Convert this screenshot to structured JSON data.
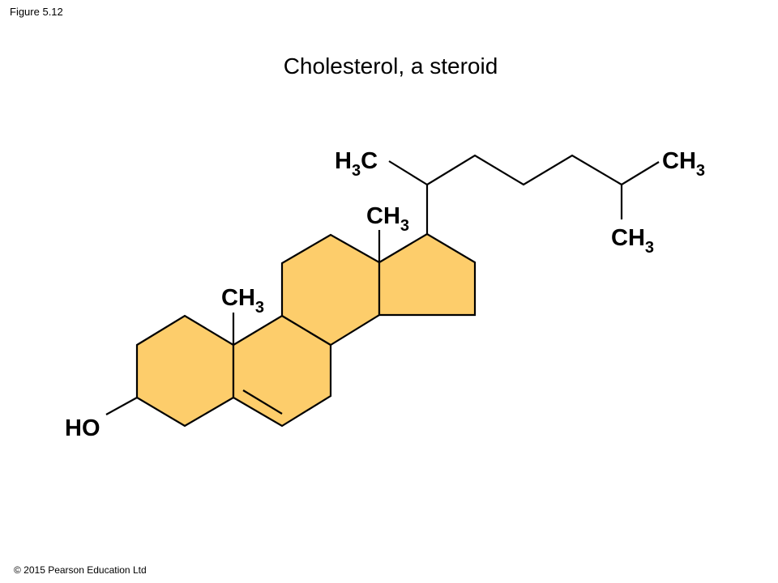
{
  "figure_label": "Figure 5.12",
  "title": "Cholesterol, a steroid",
  "copyright": "© 2015 Pearson Education Ltd",
  "labels": {
    "ho": "HO",
    "methyl_a": {
      "main": "CH",
      "sub": "3"
    },
    "methyl_c": {
      "main": "CH",
      "sub": "3"
    },
    "h3c": {
      "pre": "H",
      "sub": "3",
      "post": "C"
    },
    "terminal_ch3_1": {
      "main": "CH",
      "sub": "3"
    },
    "terminal_ch3_2": {
      "main": "CH",
      "sub": "3"
    }
  },
  "colors": {
    "ring_fill": "#FDCD6B",
    "stroke": "#000000"
  }
}
